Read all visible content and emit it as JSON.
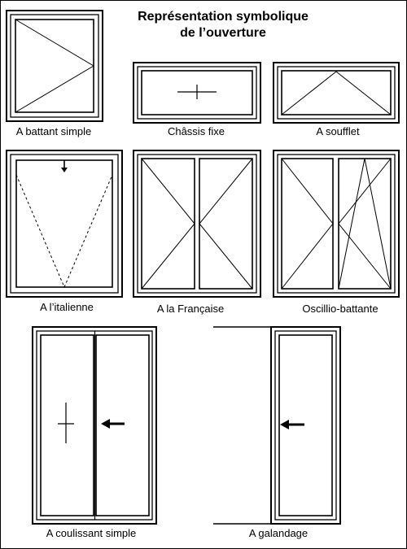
{
  "title": {
    "line1": "Représentation symbolique",
    "line2": "de l’ouverture"
  },
  "windows": [
    {
      "key": "battant",
      "caption": "A battant simple"
    },
    {
      "key": "fixe",
      "caption": "Châssis fixe"
    },
    {
      "key": "soufflet",
      "caption": "A soufflet"
    },
    {
      "key": "italienne",
      "caption": "A l’italienne"
    },
    {
      "key": "francaise",
      "caption": "A la Française"
    },
    {
      "key": "oscillo",
      "caption": "Oscillio-battante"
    },
    {
      "key": "coulissant",
      "caption": "A coulissant simple"
    },
    {
      "key": "galandage",
      "caption": "A galandage"
    }
  ],
  "colors": {
    "ink": "#000000",
    "paper": "#ffffff"
  }
}
